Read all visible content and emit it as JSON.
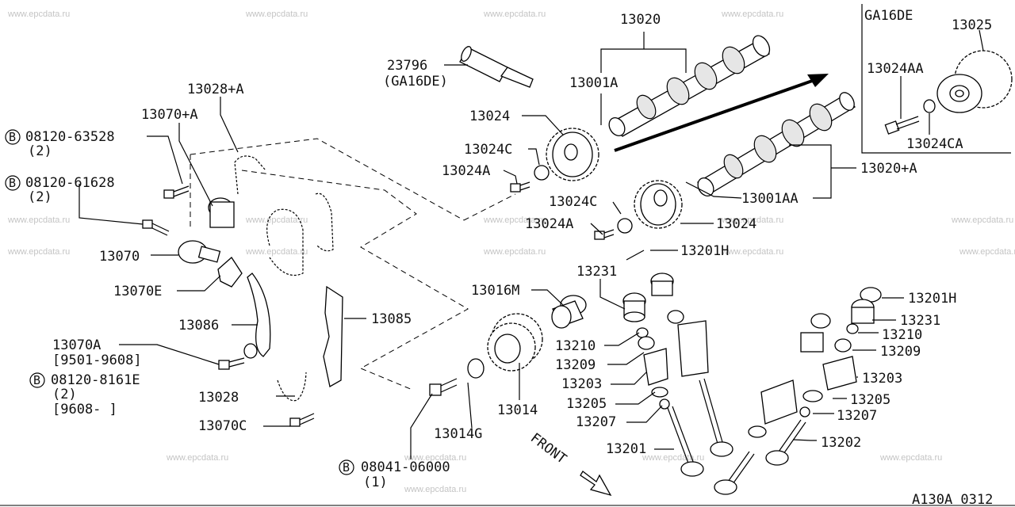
{
  "watermark": "www.epcdata.ru",
  "diagram_code": "A130A 0312",
  "inset": {
    "title": "GA16DE"
  },
  "labels": {
    "p13020": "13020",
    "p23796": "23796",
    "p23796_note": "(GA16DE)",
    "p13001A": "13001A",
    "p13024_top": "13024",
    "p13024C_top": "13024C",
    "p13024A_top": "13024A",
    "p13024C_mid": "13024C",
    "p13024A_mid": "13024A",
    "p13024_mid": "13024",
    "p13001AA": "13001AA",
    "p13020A": "13020+A",
    "p13025": "13025",
    "p13024AA": "13024AA",
    "p13024CA": "13024CA",
    "p13028A": "13028+A",
    "p13070A_top": "13070+A",
    "b1_code": "08120-63528",
    "b1_qty": "(2)",
    "b2_code": "08120-61628",
    "b2_qty": "(2)",
    "p13070": "13070",
    "p13070E": "13070E",
    "p13086": "13086",
    "p13070A": "13070A",
    "p13070A_date": "[9501-9608]",
    "b3_code": "08120-8161E",
    "b3_qty": "(2)",
    "b3_date": "[9608-    ]",
    "p13028": "13028",
    "p13070C": "13070C",
    "p13085": "13085",
    "p13016M": "13016M",
    "p13231_l": "13231",
    "p13201H_l": "13201H",
    "p13210_l": "13210",
    "p13209_l": "13209",
    "p13203_l": "13203",
    "p13205_l": "13205",
    "p13207_l": "13207",
    "p13201": "13201",
    "p13014": "13014",
    "p13014G": "13014G",
    "b4_code": "08041-06000",
    "b4_qty": "(1)",
    "p13201H_r": "13201H",
    "p13231_r": "13231",
    "p13210_r": "13210",
    "p13209_r": "13209",
    "p13203_r": "13203",
    "p13205_r": "13205",
    "p13207_r": "13207",
    "p13202": "13202",
    "front": "FRONT"
  },
  "bolt_symbol": "B"
}
